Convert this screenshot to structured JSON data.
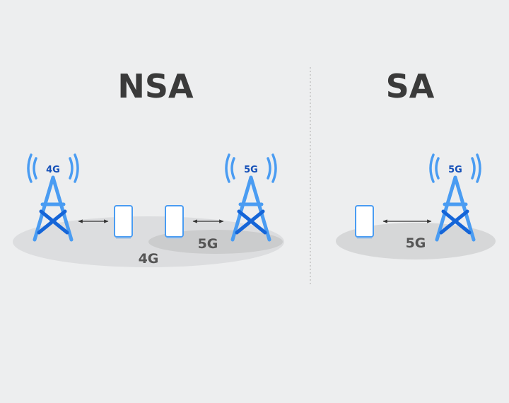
{
  "nsa": {
    "title": "NSA",
    "tower_4g_label": "4G",
    "tower_5g_label": "5G",
    "zone_4g_label": "4G",
    "zone_5g_label": "5G"
  },
  "sa": {
    "title": "SA",
    "tower_5g_label": "5G",
    "zone_5g_label": "5G"
  },
  "colors": {
    "background": "#edeeef",
    "tower": "#4a9cf2",
    "tower_cross": "#1565d8",
    "signal_waves": "#4a9cf2",
    "tower_label": "#1550b8",
    "phone_body": "#ffffff",
    "phone_frame": "#4a9cf2",
    "zone_outer": "#dcdddf",
    "zone_inner": "#cbcccd",
    "arrow": "#333333",
    "title_text": "#3a3a3a",
    "divider": "#c4c4c4"
  }
}
